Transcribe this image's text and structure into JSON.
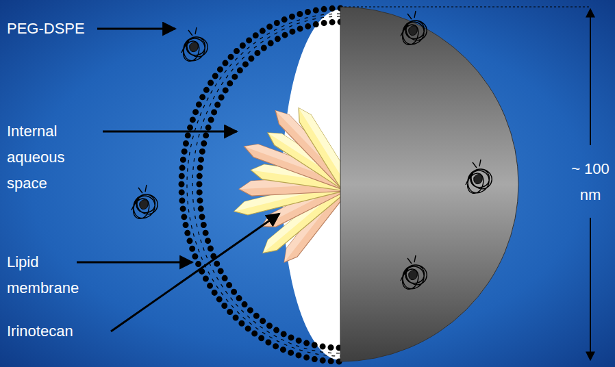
{
  "diagram": {
    "labels": [
      "PEG-DSPE",
      "Internal aqueous space",
      "Lipid membrane",
      "Irinotecan",
      "~ 100 nm"
    ]
  }
}
